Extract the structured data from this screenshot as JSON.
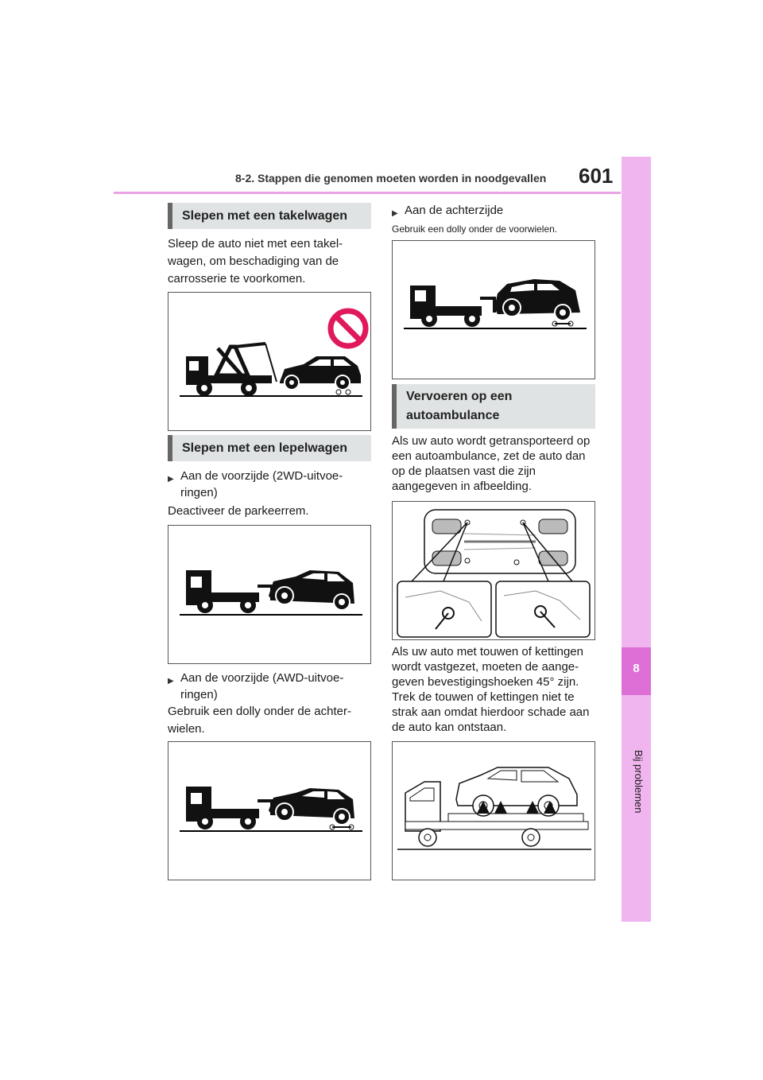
{
  "header": {
    "section_title": "8-2. Stappen die genomen moeten worden in noodgevallen",
    "page_number": "601"
  },
  "side_tab": {
    "chapter_number": "8",
    "chapter_label": "Bij problemen"
  },
  "left_column": {
    "sec_takelwagen": "Slepen met een takelwagen",
    "takelwagen_text": "Sleep de auto niet met een takel-wagen, om beschadiging van de carrosserie te voorkomen.",
    "sec_lepelwagen": "Slepen met een lepelwagen",
    "bullet_2wd": "Aan de voorzijde (2WD-uitvoe-ringen)",
    "text_2wd": "Deactiveer de parkeerrem.",
    "bullet_awd": "Aan de voorzijde (AWD-uitvoe-ringen)",
    "text_awd": "Gebruik een dolly onder de achter-wielen."
  },
  "right_column": {
    "bullet_rear": "Aan de achterzijde",
    "text_rear": "Gebruik een dolly onder de voorwielen.",
    "sec_autoambulance_1": "Vervoeren op een",
    "sec_autoambulance_2": "autoambulance",
    "text_ambulance": "Als uw auto wordt getransporteerd op een autoambulance, zet de auto dan op de plaatsen vast die zijn aangegeven in afbeelding.",
    "text_chains": "Als uw auto met touwen of kettingen wordt vastgezet, moeten de aange-geven bevestigingshoeken 45° zijn. Trek de touwen of kettingen niet te strak aan omdat hierdoor schade aan de auto kan ontstaan."
  },
  "colors": {
    "accent_pink": "#e9a3e5",
    "tab_pink": "#f0b5ef",
    "tab_dark": "#dd6fd6",
    "section_bg": "#dfe3e3",
    "prohibited_red": "#e0185c"
  }
}
